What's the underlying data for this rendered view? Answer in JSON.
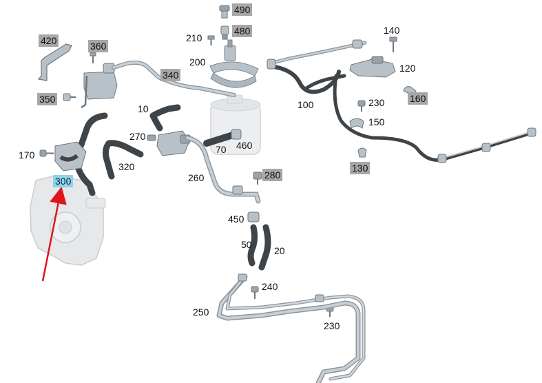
{
  "diagram": {
    "callouts": {
      "c490": "490",
      "c480": "480",
      "c210": "210",
      "c200": "200",
      "c420": "420",
      "c360": "360",
      "c340": "340",
      "c350": "350",
      "c140": "140",
      "c120": "120",
      "c100": "100",
      "c230a": "230",
      "c160": "160",
      "c150": "150",
      "c10": "10",
      "c270": "270",
      "c70": "70",
      "c460": "460",
      "c170": "170",
      "c320": "320",
      "c300": "300",
      "c260": "260",
      "c280": "280",
      "c130": "130",
      "c450": "450",
      "c50": "50",
      "c20": "20",
      "c240": "240",
      "c250": "250",
      "c230b": "230"
    },
    "colors": {
      "hose": "#3f4448",
      "metal_pipe": "#b9c1c8",
      "metal_pipe_edge": "#7d868e",
      "ghost_part": "#e6e8ea",
      "ghost_edge": "#c9ccd0",
      "label_box": "#a7a7a7",
      "label_highlight": "#8ed3ea",
      "arrow": "#e0141b"
    }
  }
}
